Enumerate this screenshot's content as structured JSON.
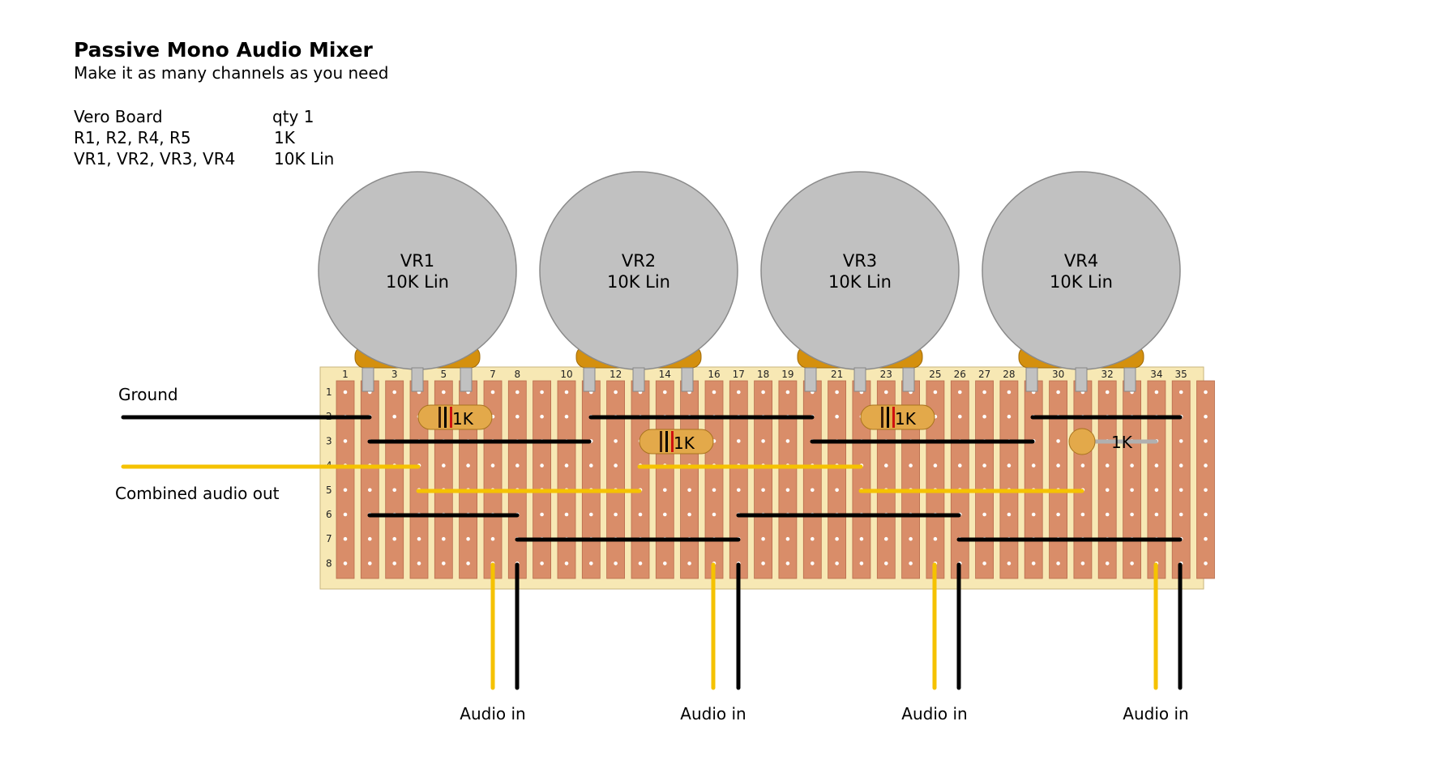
{
  "header": {
    "title": "Passive Mono Audio Mixer",
    "subtitle": "Make it as many channels as you need"
  },
  "parts_list": [
    {
      "part": "Vero Board",
      "value": "qty 1"
    },
    {
      "part": "R1, R2, R4, R5",
      "value": "1K"
    },
    {
      "part": "VR1, VR2, VR3, VR4",
      "value": "10K Lin"
    }
  ],
  "board": {
    "columns": 36,
    "rows": 8,
    "column_numbers": [
      "1",
      "3",
      "5",
      "7",
      "8",
      "10",
      "12",
      "14",
      "16",
      "17",
      "18",
      "19",
      "21",
      "23",
      "25",
      "26",
      "27",
      "28",
      "30",
      "32",
      "34",
      "35"
    ],
    "row_numbers": [
      "1",
      "2",
      "3",
      "4",
      "5",
      "6",
      "7",
      "8"
    ],
    "colors": {
      "board": "#f7e8b4",
      "strip": "#d98d69",
      "hole": "#ffffff",
      "ground_wire": "#000000",
      "audio_wire": "#f5c200",
      "pot": "#c1c1c1",
      "pot_base": "#d4900e",
      "resistor": "#e3a94a"
    }
  },
  "pots": [
    {
      "name": "VR1",
      "value": "10K Lin"
    },
    {
      "name": "VR2",
      "value": "10K Lin"
    },
    {
      "name": "VR3",
      "value": "10K Lin"
    },
    {
      "name": "VR4",
      "value": "10K Lin"
    }
  ],
  "resistors": [
    {
      "label": "1K"
    },
    {
      "label": "1K"
    },
    {
      "label": "1K"
    },
    {
      "label": "1K"
    }
  ],
  "labels": {
    "ground": "Ground",
    "combined_out": "Combined audio out",
    "audio_in": [
      "Audio in",
      "Audio in",
      "Audio in",
      "Audio in"
    ]
  }
}
